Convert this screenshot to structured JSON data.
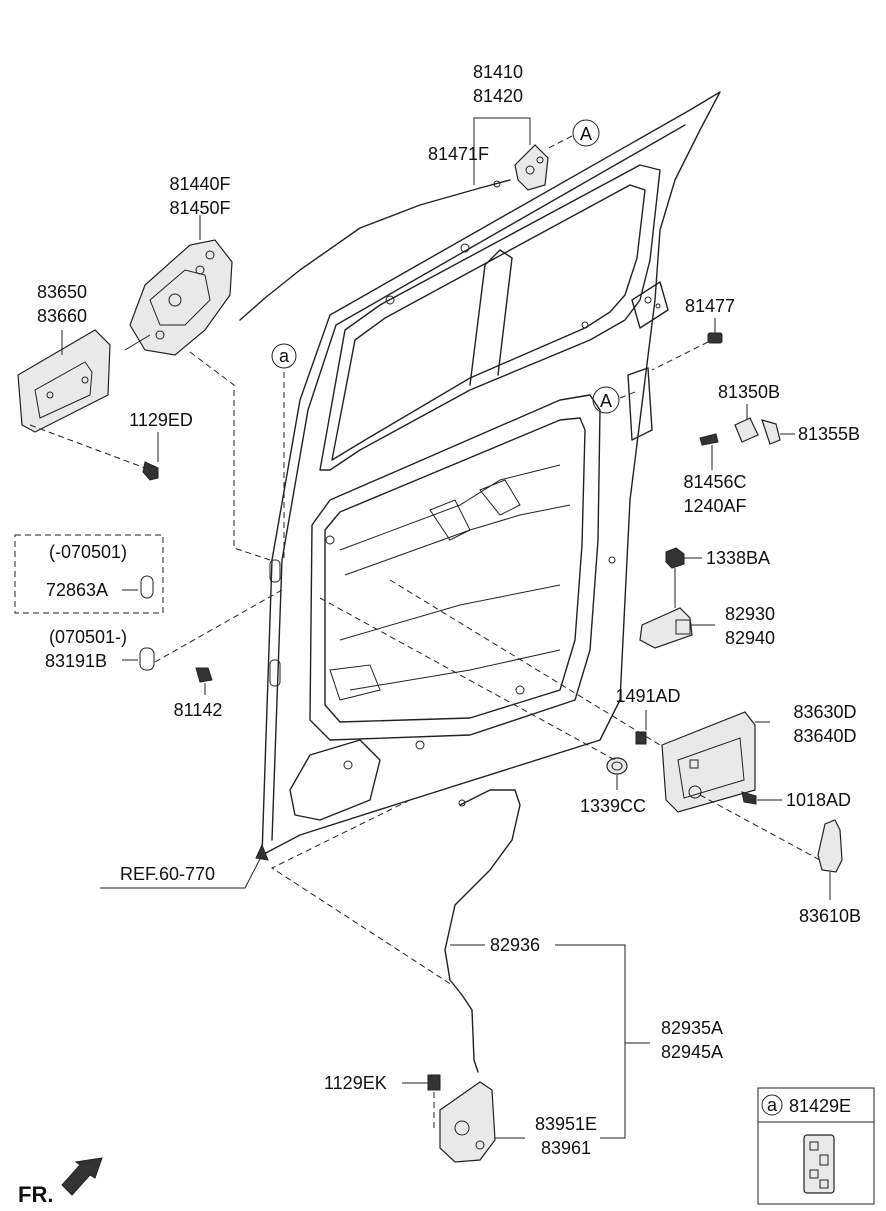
{
  "callouts": {
    "p81410": "81410",
    "p81420": "81420",
    "p81471F": "81471F",
    "p81440F": "81440F",
    "p81450F": "81450F",
    "p83650": "83650",
    "p83660": "83660",
    "p1129ED": "1129ED",
    "p81477": "81477",
    "p81350B": "81350B",
    "p81355B": "81355B",
    "p81456C": "81456C",
    "p1240AF": "1240AF",
    "p1338BA": "1338BA",
    "p82930": "82930",
    "p82940": "82940",
    "range_old": "(-070501)",
    "p72863A": "72863A",
    "range_new": "(070501-)",
    "p83191B": "83191B",
    "p81142": "81142",
    "p1491AD": "1491AD",
    "p83630D": "83630D",
    "p83640D": "83640D",
    "p1339CC": "1339CC",
    "p1018AD": "1018AD",
    "ref": "REF.60-770",
    "p83610B": "83610B",
    "p82936": "82936",
    "p82935A": "82935A",
    "p82945A": "82945A",
    "p1129EK": "1129EK",
    "p83951E": "83951E",
    "p83961": "83961"
  },
  "markers": {
    "A_top": "A",
    "A_mid": "A",
    "a_left": "a",
    "a_box": "a"
  },
  "inset": {
    "part": "81429E"
  },
  "orientation": "FR."
}
